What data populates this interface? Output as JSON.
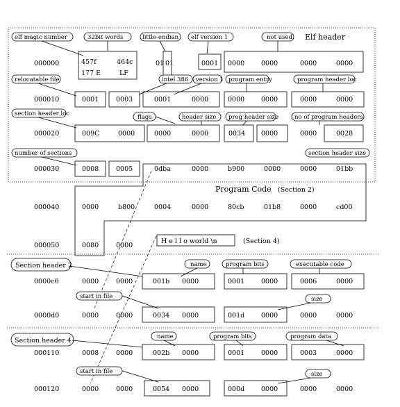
{
  "elf_header": {
    "title": "Elf header",
    "labels": {
      "magic": "elf magic number",
      "bits": "32bit words",
      "endian": "little-endian",
      "version": "elf version 1",
      "not_used": "not used",
      "relocatable": "relocatable file",
      "intel": "intel 386",
      "version1": "version 1",
      "entry": "program entry",
      "ph_loc": "program header loc",
      "sh_loc": "section header loc",
      "flags": "flags",
      "header_size": "header size",
      "ph_size": "prog header size",
      "ph_count": "no of program headers",
      "num_sections": "number of sections",
      "sh_size": "section header size"
    }
  },
  "addresses": [
    "000000",
    "000010",
    "000020",
    "000030",
    "000040",
    "000050",
    "0000c0",
    "0000d0",
    "000110",
    "000120"
  ],
  "rows": {
    "r0": {
      "a": "457f",
      "b": "464c",
      "a2": "177  E",
      "b2": "LF",
      "c1": "01",
      "c2": "01",
      "d": "0001",
      "e": "0000",
      "f": "0000",
      "g": "0000",
      "h": "0000"
    },
    "r1": {
      "a": "0001",
      "b": "0003",
      "c": "0001",
      "d": "0000",
      "e": "0000",
      "f": "0000",
      "g": "0000",
      "h": "0000"
    },
    "r2": {
      "a": "009C",
      "b": "0000",
      "c": "0000",
      "d": "0000",
      "e": "0034",
      "f": "0000",
      "g": "0000",
      "h": "0028"
    },
    "r3": {
      "a": "0008",
      "b": "0005",
      "c": "0dba",
      "d": "0000",
      "e": "b900",
      "f": "0000",
      "g": "0000",
      "h": "01bb"
    },
    "r4": {
      "a": "0000",
      "b": "b800",
      "c": "0004",
      "d": "0000",
      "e": "80cb",
      "f": "01b8",
      "g": "0000",
      "h": "cd00"
    },
    "r5": {
      "a": "0080",
      "b": "0000"
    },
    "r6": {
      "a": "0000",
      "b": "0000",
      "c": "001b",
      "d": "0000",
      "e": "0001",
      "f": "0000",
      "g": "0006",
      "h": "0000"
    },
    "r7": {
      "a": "0000",
      "b": "0000",
      "c": "0034",
      "d": "0000",
      "e": "001d",
      "f": "0000",
      "g": "0000",
      "h": "0000"
    },
    "r8": {
      "a": "0008",
      "b": "0000",
      "c": "002b",
      "d": "0000",
      "e": "0001",
      "f": "0000",
      "g": "0003",
      "h": "0000"
    },
    "r9": {
      "a": "0000",
      "b": "0000",
      "c": "0054",
      "d": "0000",
      "e": "000d",
      "f": "0000",
      "g": "0000",
      "h": "0000"
    }
  },
  "program_code": {
    "title": "Program Code",
    "section": "(Section 2)"
  },
  "hello": {
    "text": "H e l l o  world \\n",
    "section": "(Section 4)"
  },
  "section_header_2": {
    "title": "Section header 2",
    "name": "name",
    "bits": "program bits",
    "type": "executable code",
    "start": "start in file",
    "size": "size"
  },
  "section_header_4": {
    "title": "Section header 4",
    "name": "name",
    "bits": "program bits",
    "type": "program data",
    "start": "start in file",
    "size": "size"
  }
}
